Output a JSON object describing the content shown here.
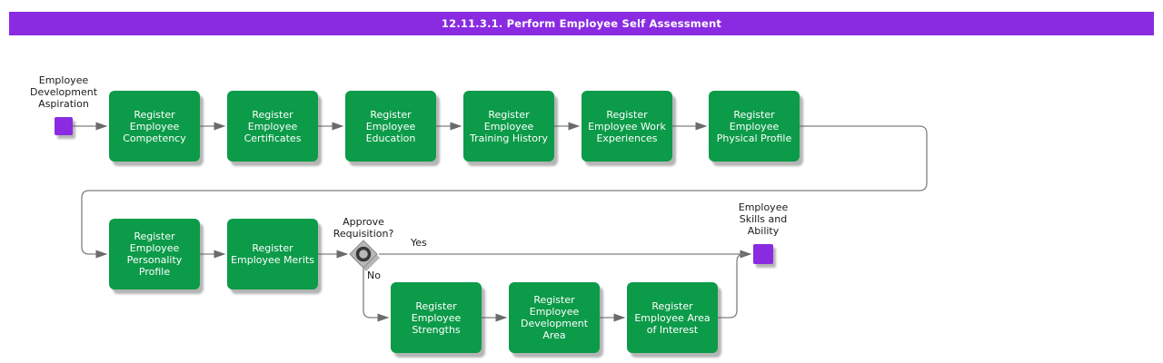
{
  "title": "12.11.3.1. Perform Employee Self Assessment",
  "colors": {
    "title_bar": "#8a2be2",
    "task_fill": "#0c9b49",
    "task_text": "#ffffff",
    "event_fill": "#8a2be2",
    "connector": "#7f7f7f",
    "decision_fill": "#b8b8b8",
    "decision_ring": "#383838",
    "label_text": "#1a1a1a"
  },
  "start_event": {
    "label": "Employee Development Aspiration"
  },
  "end_event": {
    "label": "Employee Skills and Ability"
  },
  "decision": {
    "label": "Approve Requisition?",
    "yes_label": "Yes",
    "no_label": "No"
  },
  "tasks": [
    {
      "label": "Register Employee Competency"
    },
    {
      "label": "Register Employee Certificates"
    },
    {
      "label": "Register Employee Education"
    },
    {
      "label": "Register Employee Training History"
    },
    {
      "label": "Register Employee Work Experiences"
    },
    {
      "label": "Register Employee Physical Profile"
    },
    {
      "label": "Register Employee Personality Profile"
    },
    {
      "label": "Register Employee Merits"
    },
    {
      "label": "Register Employee Strengths"
    },
    {
      "label": "Register Employee Development Area"
    },
    {
      "label": "Register Employee Area of Interest"
    }
  ]
}
